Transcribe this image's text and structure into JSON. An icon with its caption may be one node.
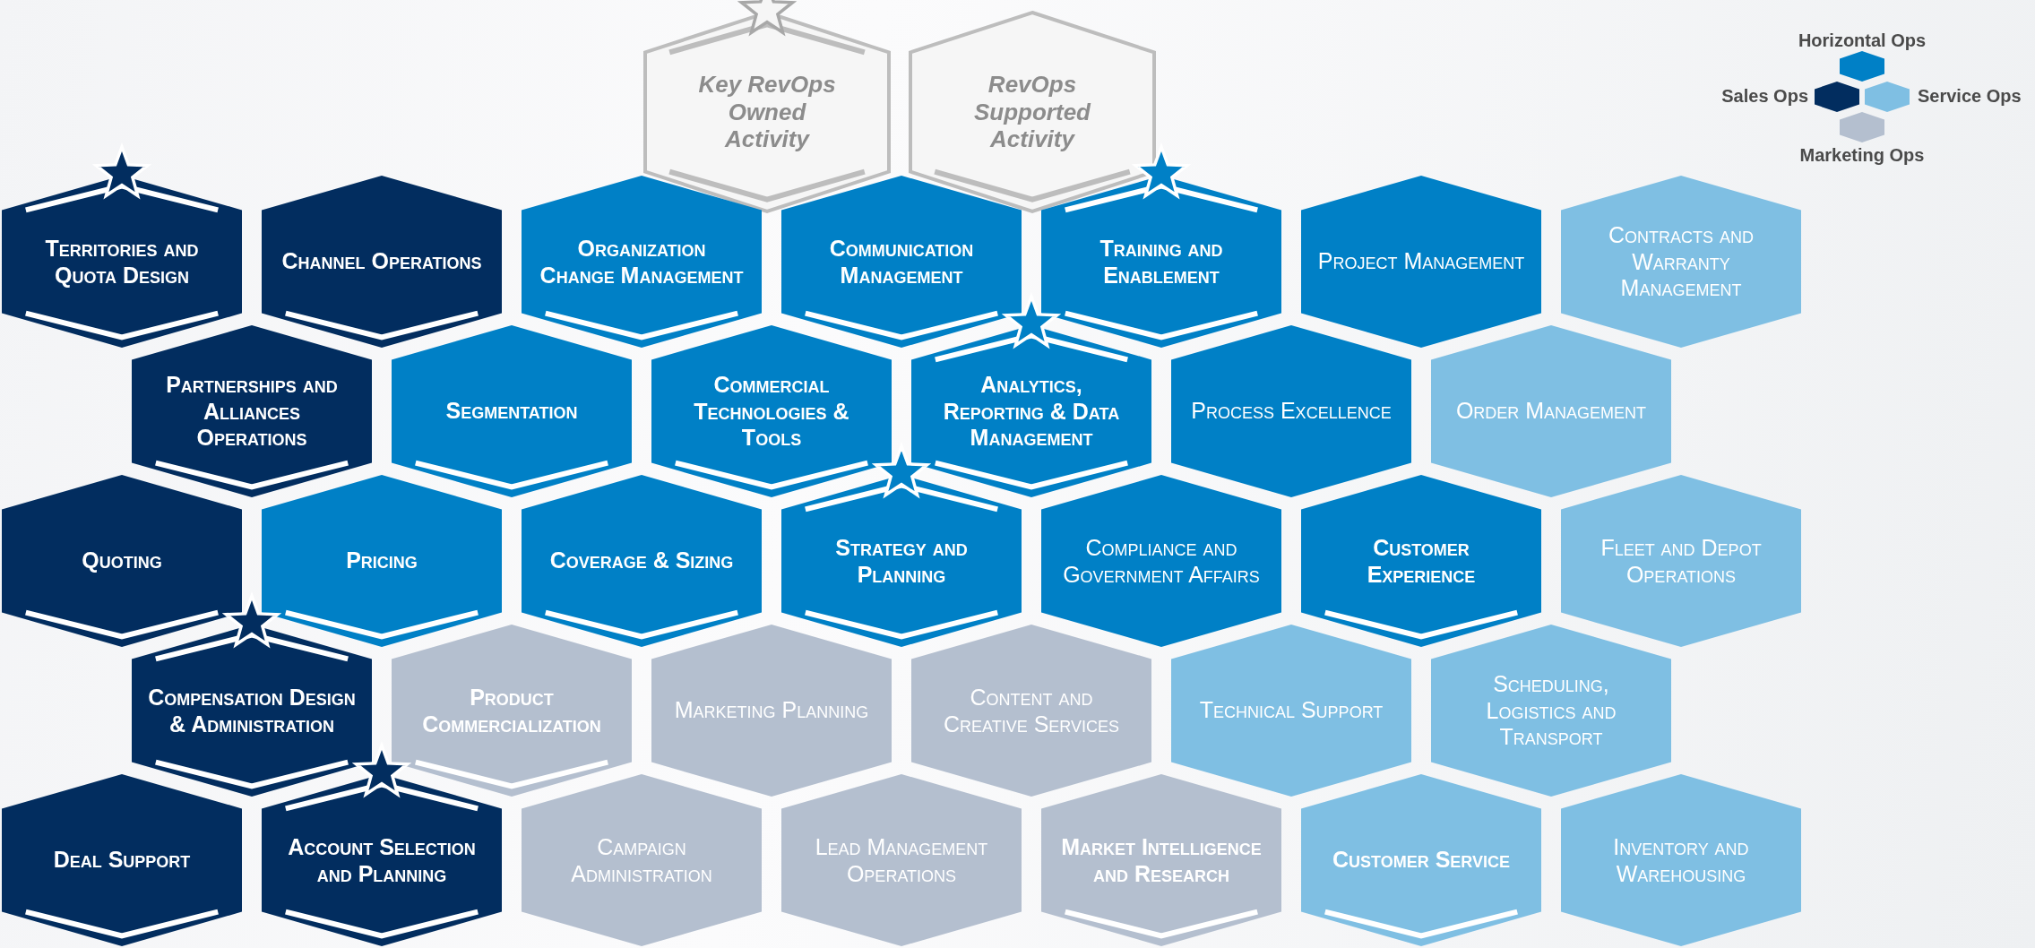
{
  "diagram": {
    "nodes": [
      {
        "text": [
          "Key RevOps Owned Activity"
        ]
      },
      {
        "text": [
          "RevOps Supported Activity"
        ]
      },
      {
        "text": [
          "Territories and Quota Design"
        ]
      },
      {
        "text": [
          "Channel Operations"
        ]
      },
      {
        "text": [
          "Organization Change Management"
        ]
      },
      {
        "text": [
          "Communication Management"
        ]
      },
      {
        "text": [
          "Training and Enablement"
        ]
      },
      {
        "text": [
          "Project Management"
        ]
      },
      {
        "text": [
          "Contracts and Warranty Management"
        ]
      },
      {
        "text": [
          "Partnerships and Alliances Operations"
        ]
      },
      {
        "text": [
          "Segmentation"
        ]
      },
      {
        "text": [
          "Commercial Technologies & Tools"
        ]
      },
      {
        "text": [
          "Analytics, Reporting & Data Management"
        ]
      },
      {
        "text": [
          "Process Excellence"
        ]
      },
      {
        "text": [
          "Order Management"
        ]
      },
      {
        "text": [
          "Quoting"
        ]
      },
      {
        "text": [
          "Pricing"
        ]
      },
      {
        "text": [
          "Coverage & Sizing"
        ]
      },
      {
        "text": [
          "Strategy and Planning"
        ]
      },
      {
        "text": [
          "Compliance and Government Affairs"
        ]
      },
      {
        "text": [
          "Customer Experience"
        ]
      },
      {
        "text": [
          "Fleet and Depot Operations"
        ]
      },
      {
        "text": [
          "Compensation Design & Administration"
        ]
      },
      {
        "text": [
          "Product Commercialization"
        ]
      },
      {
        "text": [
          "Marketing Planning"
        ]
      },
      {
        "text": [
          "Content and Creative Services"
        ]
      },
      {
        "text": [
          "Technical Support"
        ]
      },
      {
        "text": [
          "Scheduling, Logistics and Transport"
        ]
      },
      {
        "text": [
          "Deal Support"
        ]
      },
      {
        "text": [
          "Account Selection and Planning"
        ]
      },
      {
        "text": [
          "Campaign Administration"
        ]
      },
      {
        "text": [
          "Lead Management Operations"
        ]
      },
      {
        "text": [
          "Market Intelligence and Research"
        ]
      },
      {
        "text": [
          "Customer Service"
        ]
      },
      {
        "text": [
          "Inventory and Warehousing"
        ]
      }
    ],
    "legend": [
      {
        "text": "Horizontal Ops",
        "color": "#0080c6"
      },
      {
        "text": "Sales Ops",
        "color": "#022d5f"
      },
      {
        "text": "Service Ops",
        "color": "#7fbfe3"
      },
      {
        "text": "Marketing Ops",
        "color": "#b4bfcf"
      }
    ]
  }
}
